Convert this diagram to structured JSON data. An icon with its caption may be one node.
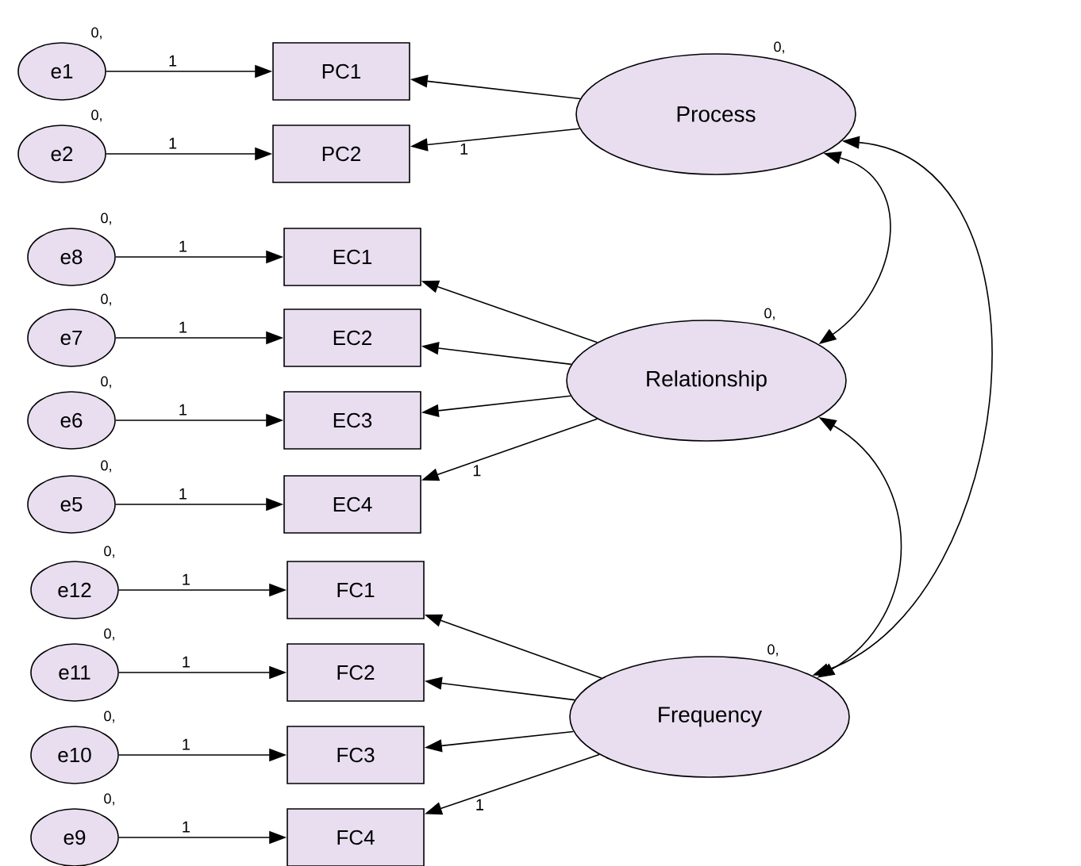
{
  "diagram": {
    "nodes": [
      {
        "text": [
          "e1"
        ],
        "beside": [
          "0,"
        ]
      },
      {
        "text": [
          "e2"
        ],
        "beside": [
          "0,"
        ]
      },
      {
        "text": [
          "e8"
        ],
        "beside": [
          "0,"
        ]
      },
      {
        "text": [
          "e7"
        ],
        "beside": [
          "0,"
        ]
      },
      {
        "text": [
          "e6"
        ],
        "beside": [
          "0,"
        ]
      },
      {
        "text": [
          "e5"
        ],
        "beside": [
          "0,"
        ]
      },
      {
        "text": [
          "e12"
        ],
        "beside": [
          "0,"
        ]
      },
      {
        "text": [
          "e11"
        ],
        "beside": [
          "0,"
        ]
      },
      {
        "text": [
          "e10"
        ],
        "beside": [
          "0,"
        ]
      },
      {
        "text": [
          "e9"
        ],
        "beside": [
          "0,"
        ]
      },
      {
        "text": [
          "PC1"
        ]
      },
      {
        "text": [
          "PC2"
        ]
      },
      {
        "text": [
          "EC1"
        ]
      },
      {
        "text": [
          "EC2"
        ]
      },
      {
        "text": [
          "EC3"
        ]
      },
      {
        "text": [
          "EC4"
        ]
      },
      {
        "text": [
          "FC1"
        ]
      },
      {
        "text": [
          "FC2"
        ]
      },
      {
        "text": [
          "FC3"
        ]
      },
      {
        "text": [
          "FC4"
        ]
      },
      {
        "text": [
          "Process"
        ],
        "beside": [
          "0,"
        ]
      },
      {
        "text": [
          "Relationship"
        ],
        "beside": [
          "0,"
        ]
      },
      {
        "text": [
          "Frequency"
        ],
        "beside": [
          "0,"
        ]
      }
    ],
    "edges": [
      {
        "from": 0,
        "to": 10,
        "arrow": "to",
        "label": "1"
      },
      {
        "from": 1,
        "to": 11,
        "arrow": "to",
        "label": "1"
      },
      {
        "from": 2,
        "to": 12,
        "arrow": "to",
        "label": "1"
      },
      {
        "from": 3,
        "to": 13,
        "arrow": "to",
        "label": "1"
      },
      {
        "from": 4,
        "to": 14,
        "arrow": "to",
        "label": "1"
      },
      {
        "from": 5,
        "to": 15,
        "arrow": "to",
        "label": "1"
      },
      {
        "from": 6,
        "to": 16,
        "arrow": "to",
        "label": "1"
      },
      {
        "from": 7,
        "to": 17,
        "arrow": "to",
        "label": "1"
      },
      {
        "from": 8,
        "to": 18,
        "arrow": "to",
        "label": "1"
      },
      {
        "from": 9,
        "to": 19,
        "arrow": "to",
        "label": "1"
      },
      {
        "from": 20,
        "to": 10,
        "arrow": "to"
      },
      {
        "from": 20,
        "to": 11,
        "arrow": "to",
        "label": "1"
      },
      {
        "from": 21,
        "to": 12,
        "arrow": "to"
      },
      {
        "from": 21,
        "to": 13,
        "arrow": "to"
      },
      {
        "from": 21,
        "to": 14,
        "arrow": "to"
      },
      {
        "from": 21,
        "to": 15,
        "arrow": "to",
        "label": "1"
      },
      {
        "from": 22,
        "to": 16,
        "arrow": "to"
      },
      {
        "from": 22,
        "to": 17,
        "arrow": "to"
      },
      {
        "from": 22,
        "to": 18,
        "arrow": "to"
      },
      {
        "from": 22,
        "to": 19,
        "arrow": "to",
        "label": "1"
      },
      {
        "from": 20,
        "to": 21,
        "arrow": "both"
      },
      {
        "from": 21,
        "to": 22,
        "arrow": "both"
      },
      {
        "from": 20,
        "to": 22,
        "arrow": "both"
      }
    ]
  }
}
